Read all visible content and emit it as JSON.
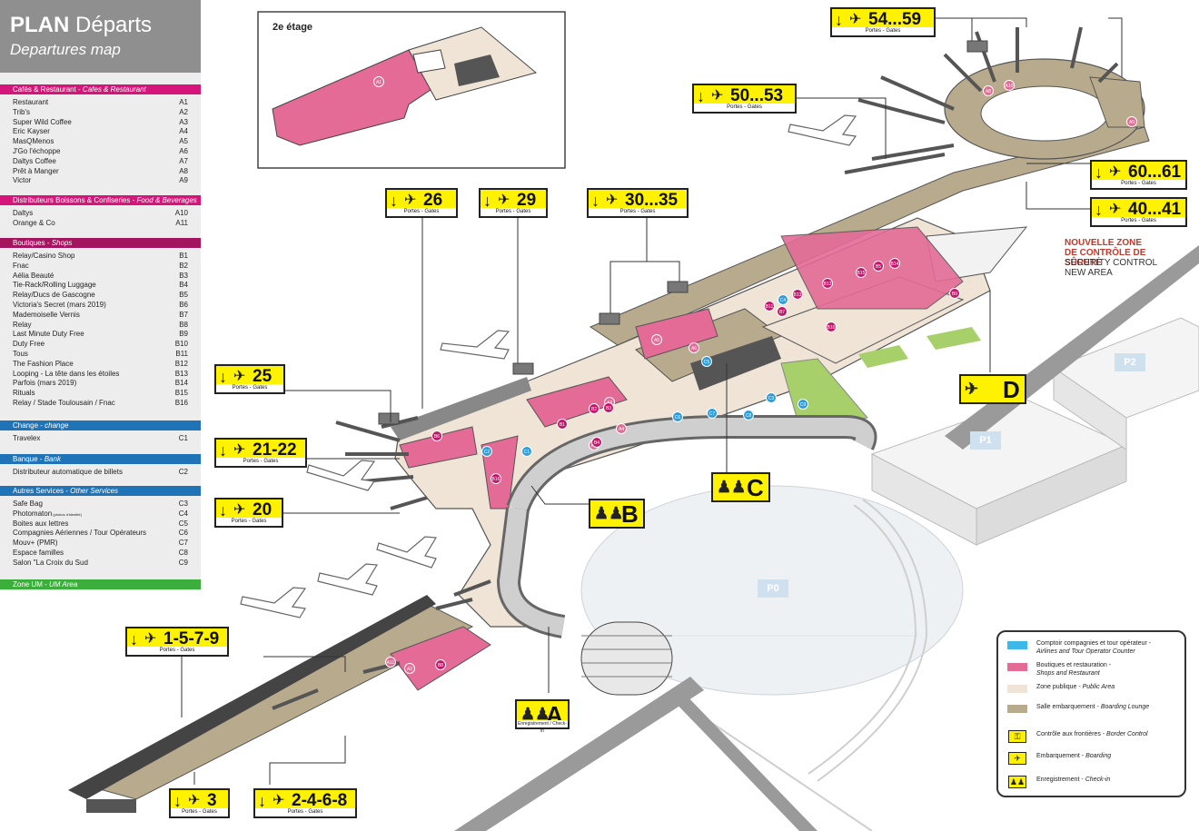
{
  "header": {
    "title_bold": "PLAN",
    "title_light": "Départs",
    "subtitle": "Departures map"
  },
  "categories": [
    {
      "label": "Cafés & Restaurant",
      "label_en": "Cafes & Restaurant",
      "color": "#d6157a",
      "items": [
        [
          "Restaurant",
          "A1"
        ],
        [
          "Trib's",
          "A2"
        ],
        [
          "Super Wild Coffee",
          "A3"
        ],
        [
          "Eric Kayser",
          "A4"
        ],
        [
          "MasQMenos",
          "A5"
        ],
        [
          "J'Go l'échoppe",
          "A6"
        ],
        [
          "Daltys Coffee",
          "A7"
        ],
        [
          "Prêt à Manger",
          "A8"
        ],
        [
          "Victor",
          "A9"
        ]
      ]
    },
    {
      "label": "Distributeurs Boissons & Confiseries",
      "label_en": "Food & Beverages",
      "color": "#d6157a",
      "items": [
        [
          "Daltys",
          "A10"
        ],
        [
          "Orange & Co",
          "A11"
        ]
      ]
    },
    {
      "label": "Boutiques",
      "label_en": "Shops",
      "color": "#a3155e",
      "items": [
        [
          "Relay/Casino Shop",
          "B1"
        ],
        [
          "Fnac",
          "B2"
        ],
        [
          "Aélia Beauté",
          "B3"
        ],
        [
          "Tie-Rack/Rolling Luggage",
          "B4"
        ],
        [
          "Relay/Ducs de Gascogne",
          "B5"
        ],
        [
          "Victoria's Secret (mars 2019)",
          "B6"
        ],
        [
          "Mademoiselle Vernis",
          "B7"
        ],
        [
          "Relay",
          "B8"
        ],
        [
          "Last Minute Duty Free",
          "B9"
        ],
        [
          "Duty Free",
          "B10"
        ],
        [
          "Tous",
          "B11"
        ],
        [
          "The Fashion Place",
          "B12"
        ],
        [
          "Looping - La tête dans les étoiles",
          "B13"
        ],
        [
          "Parfois (mars 2019)",
          "B14"
        ],
        [
          "Rituals",
          "B15"
        ],
        [
          "Relay / Stade Toulousain / Fnac",
          "B16"
        ]
      ]
    },
    {
      "label": "Change",
      "label_en": "change",
      "color": "#1f73b7",
      "items": [
        [
          "Travelex",
          "C1"
        ]
      ]
    },
    {
      "label": "Banque",
      "label_en": "Bank",
      "color": "#1f73b7",
      "items": [
        [
          "Distributeur automatique de billets",
          "C2"
        ]
      ]
    },
    {
      "label": "Autres Services",
      "label_en": "Other Services",
      "color": "#1f73b7",
      "items": [
        [
          "Safe Bag",
          "C3"
        ],
        [
          "Photomaton",
          "C4"
        ],
        [
          "Boites aux lettres",
          "C5"
        ],
        [
          "Compagnies Aériennes / Tour Opérateurs",
          "C6"
        ],
        [
          "Mouv+ (PMR)",
          "C7"
        ],
        [
          "Espace familles",
          "C8"
        ],
        [
          "Salon \"La Croix du Sud",
          "C9"
        ]
      ]
    },
    {
      "label": "Zone UM",
      "label_en": "UM Area",
      "color": "#3cae3c",
      "items": []
    }
  ],
  "photomaton_note": "(photos d'identité)",
  "gate_caption": "Portes - Gates",
  "gates": [
    {
      "label": "54...59"
    },
    {
      "label": "50...53"
    },
    {
      "label": "60...61"
    },
    {
      "label": "40...41"
    },
    {
      "label": "26"
    },
    {
      "label": "29"
    },
    {
      "label": "30...35"
    },
    {
      "label": "25"
    },
    {
      "label": "21-22"
    },
    {
      "label": "20"
    },
    {
      "label": "1-5-7-9"
    },
    {
      "label": "3"
    },
    {
      "label": "2-4-6-8"
    }
  ],
  "terminals": [
    {
      "letter": "D",
      "kind": "boarding"
    },
    {
      "letter": "C",
      "kind": "checkin"
    },
    {
      "letter": "B",
      "kind": "checkin"
    },
    {
      "letter": "A",
      "kind": "checkin",
      "note": "Enregistrement / Check-in"
    }
  ],
  "parkings": [
    "P2",
    "P1",
    "P0"
  ],
  "security": {
    "title_1": "NOUVELLE ZONE",
    "title_2": "DE CONTRÔLE DE SÛRETÉ",
    "sub_1": "SECURITY CONTROL",
    "sub_2": "NEW AREA"
  },
  "floor_label": "2e étage",
  "legend": [
    {
      "fr": "Comptoir compagnies et tour opérateur -",
      "en": "Airlines and Tour Operator Counter",
      "color": "#3db8e8"
    },
    {
      "fr": "Boutiques et restauration -",
      "en": "Shops and Restaurant",
      "color": "#e36b96"
    },
    {
      "fr": "Zone publique -",
      "en": "Public Area",
      "color": "#efe4d6"
    },
    {
      "fr": "Salle embarquement -",
      "en": "Boarding Lounge",
      "color": "#b8aa8c"
    },
    {
      "fr": "Contrôle aux frontières -",
      "en": "Border Control",
      "icon": "border-control-icon"
    },
    {
      "fr": "Embarquement -",
      "en": "Boarding",
      "icon": "boarding-icon"
    },
    {
      "fr": "Enregistrement -",
      "en": "Check-in",
      "icon": "checkin-icon"
    }
  ],
  "map_markers": [
    "A1",
    "A2",
    "A3",
    "A4",
    "A5",
    "A6",
    "A7",
    "A8",
    "A9",
    "A10",
    "A11",
    "B1",
    "B2",
    "B3",
    "B4",
    "B5",
    "B6",
    "B7",
    "B8",
    "B9",
    "B10",
    "B11",
    "B12",
    "B13",
    "B14",
    "B15",
    "B16",
    "C1",
    "C2",
    "C3",
    "C4",
    "C5",
    "C6",
    "C7",
    "C8",
    "C9"
  ],
  "colors": {
    "lounge": "#b8aa8c",
    "public": "#efe4d6",
    "shop": "#e36b96",
    "counter": "#3db8e8",
    "yellow": "#fff200"
  }
}
